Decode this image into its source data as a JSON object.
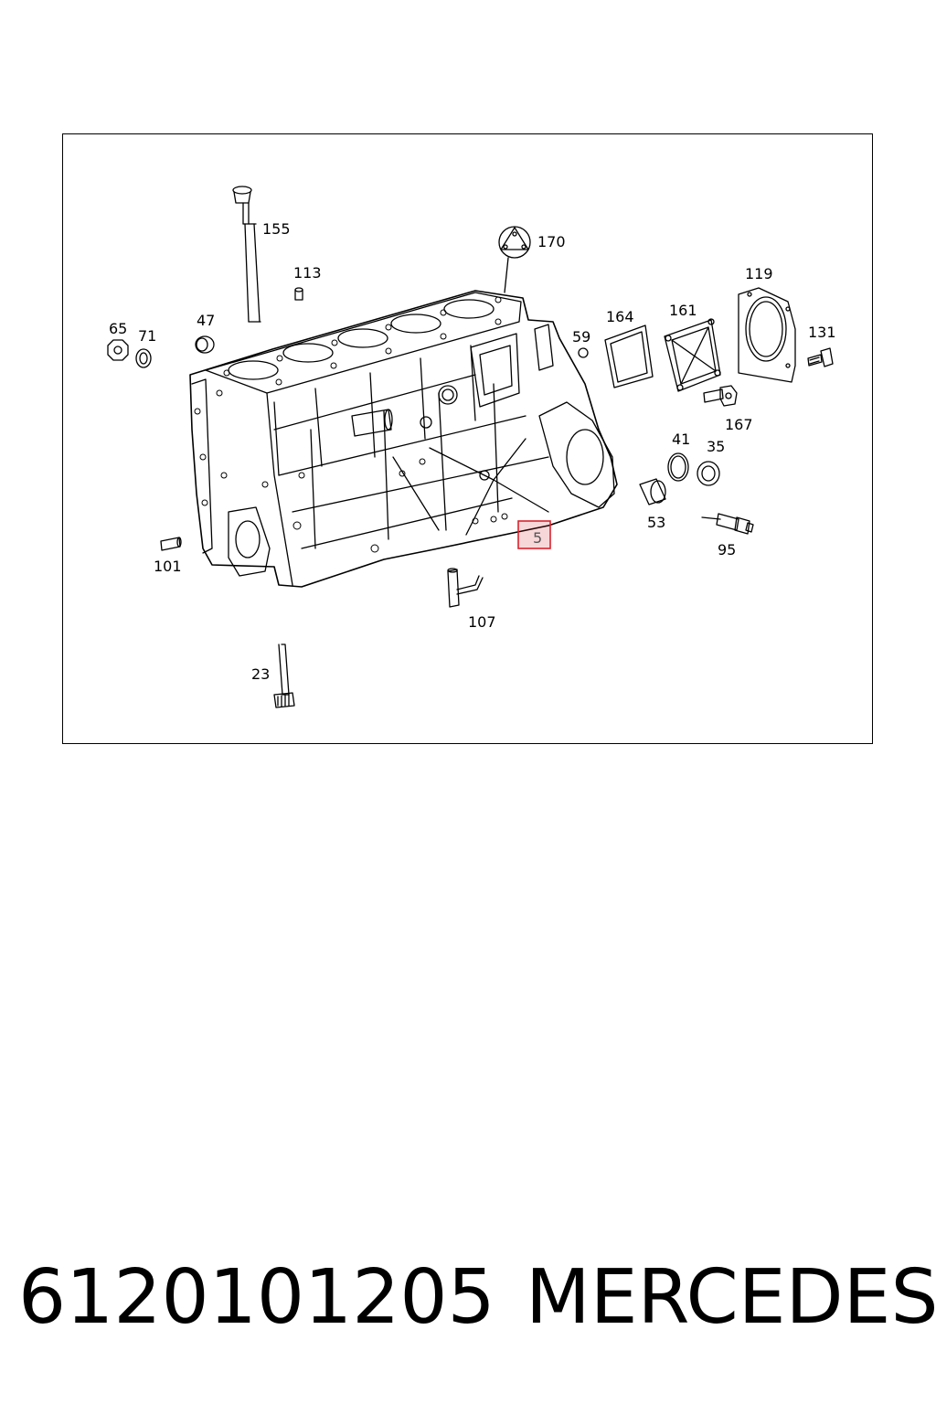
{
  "diagram": {
    "callouts": [
      {
        "id": "155",
        "label": "155"
      },
      {
        "id": "113",
        "label": "113"
      },
      {
        "id": "170",
        "label": "170"
      },
      {
        "id": "119",
        "label": "119"
      },
      {
        "id": "164",
        "label": "164"
      },
      {
        "id": "161",
        "label": "161"
      },
      {
        "id": "131",
        "label": "131"
      },
      {
        "id": "59",
        "label": "59"
      },
      {
        "id": "65",
        "label": "65"
      },
      {
        "id": "71",
        "label": "71"
      },
      {
        "id": "47",
        "label": "47"
      },
      {
        "id": "167",
        "label": "167"
      },
      {
        "id": "41",
        "label": "41"
      },
      {
        "id": "35",
        "label": "35"
      },
      {
        "id": "53",
        "label": "53"
      },
      {
        "id": "95",
        "label": "95"
      },
      {
        "id": "5",
        "label": "5"
      },
      {
        "id": "101",
        "label": "101"
      },
      {
        "id": "107",
        "label": "107"
      },
      {
        "id": "23",
        "label": "23"
      }
    ],
    "highlight_color": "#d9232d",
    "highlighted_callout": "5"
  },
  "footer": {
    "part_number": "6120101205",
    "brand": "MERCEDES"
  }
}
